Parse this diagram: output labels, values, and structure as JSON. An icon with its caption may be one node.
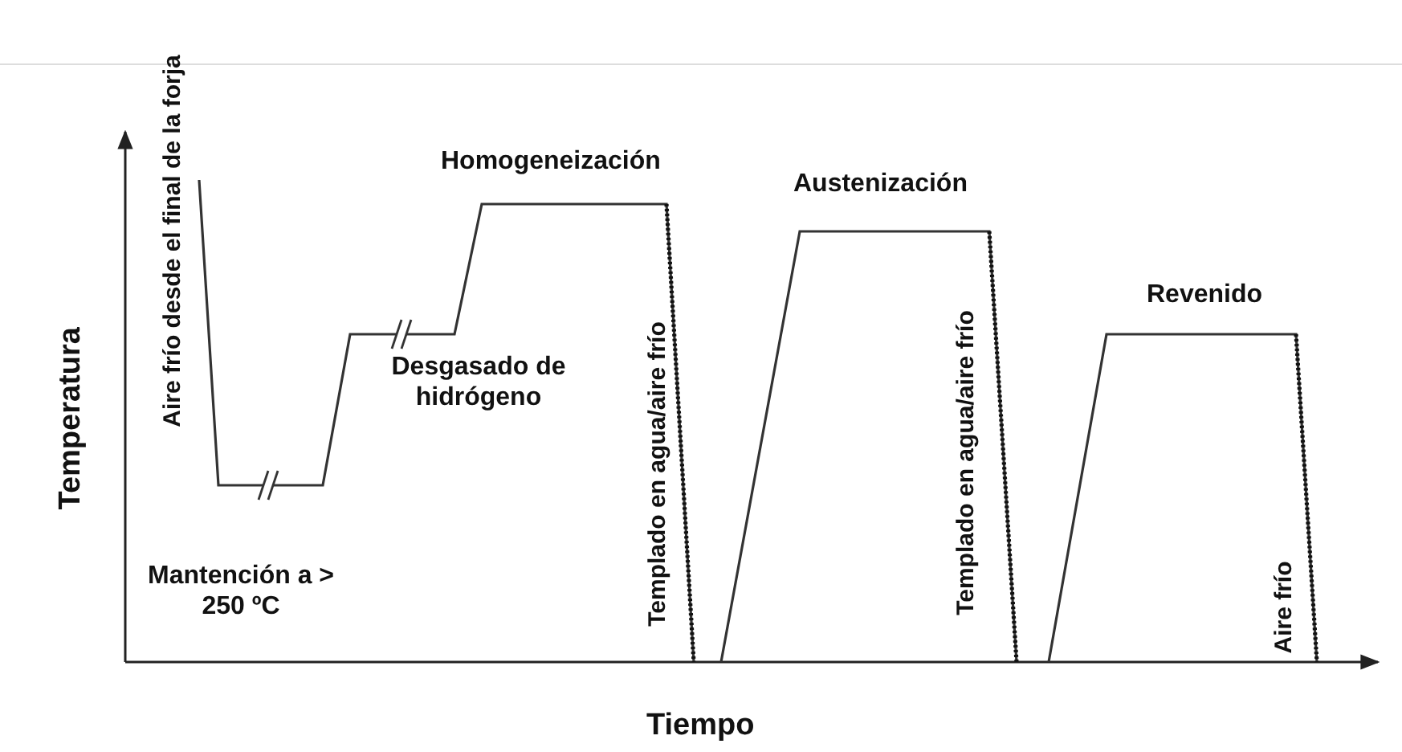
{
  "diagram": {
    "labels": [
      "Aire frío desde el final de la forja",
      "Homogeneización",
      "Austenización",
      "Revenido",
      "Desgasado de hidrógeno",
      "Temperatura",
      "Templado en agua/aire frío",
      "Templado en agua/aire frío",
      "Mantención a > 250 ºC",
      "Aire frío",
      "Tiempo"
    ]
  }
}
